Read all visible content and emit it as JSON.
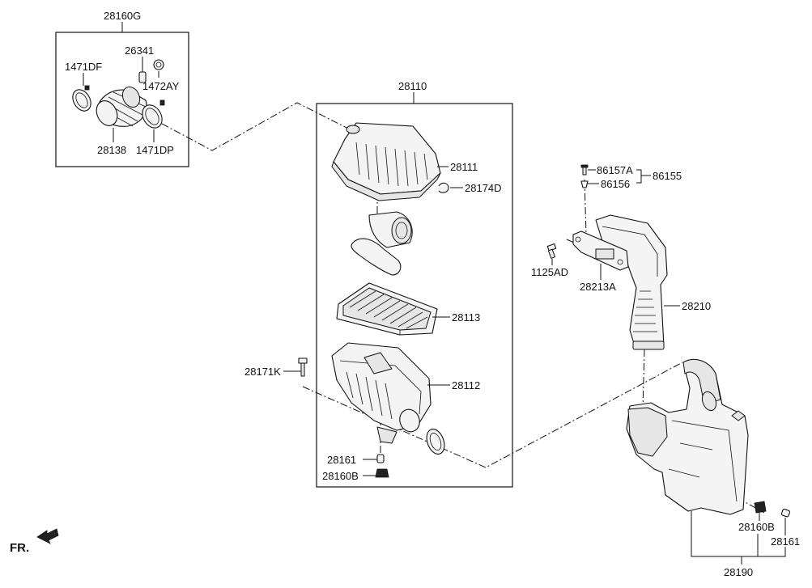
{
  "parts": {
    "p28160G": "28160G",
    "p26341": "26341",
    "p1471DF": "1471DF",
    "p1472AY": "1472AY",
    "p28138": "28138",
    "p1471DP": "1471DP",
    "p28110": "28110",
    "p28111": "28111",
    "p28174D": "28174D",
    "p28113": "28113",
    "p28171K": "28171K",
    "p28112": "28112",
    "p28161_a": "28161",
    "p28160B_a": "28160B",
    "p86157A": "86157A",
    "p86155": "86155",
    "p86156": "86156",
    "p1125AD": "1125AD",
    "p28213A": "28213A",
    "p28210": "28210",
    "p28160B_b": "28160B",
    "p28161_b": "28161",
    "p28190": "28190"
  },
  "direction": {
    "label": "FR."
  },
  "icons": {
    "direction_arrow": "front-direction-arrow-icon"
  }
}
